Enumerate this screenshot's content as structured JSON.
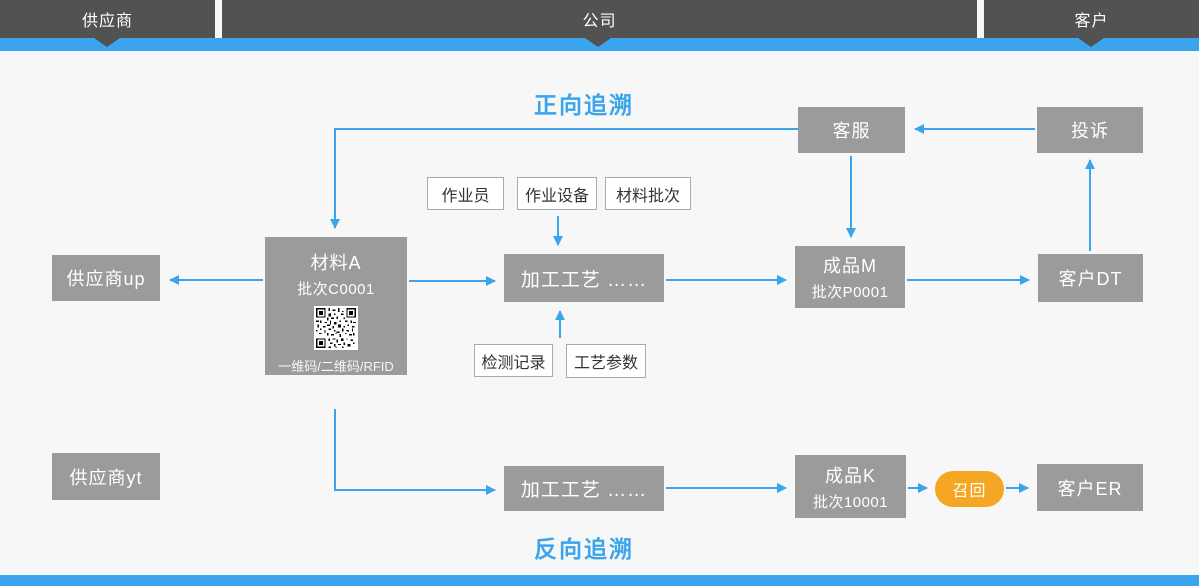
{
  "colors": {
    "accent": "#3aa5ec",
    "bar_dark": "#525252",
    "box_gray": "#9b9b9b",
    "recall_orange": "#f5a623",
    "background": "#f7f7f8"
  },
  "swimlanes": {
    "supplier": "供应商",
    "company": "公司",
    "customer": "客户"
  },
  "titles": {
    "forward": "正向追溯",
    "backward": "反向追溯"
  },
  "nodes": {
    "customer_service": "客服",
    "complaint": "投诉",
    "operator": "作业员",
    "equipment": "作业设备",
    "material_batch": "材料批次",
    "material_a": {
      "line1": "材料A",
      "line2": "批次C0001",
      "caption": "一维码/二维码/RFID"
    },
    "supplier_up": "供应商up",
    "process1": "加工工艺  ……",
    "product_m": {
      "line1": "成品M",
      "line2": "批次P0001"
    },
    "customer_dt": "客户DT",
    "inspection_record": "检测记录",
    "process_params": "工艺参数",
    "supplier_yt": "供应商yt",
    "process2": "加工工艺  ……",
    "product_k": {
      "line1": "成品K",
      "line2": "批次10001"
    },
    "recall": "召回",
    "customer_er": "客户ER"
  }
}
